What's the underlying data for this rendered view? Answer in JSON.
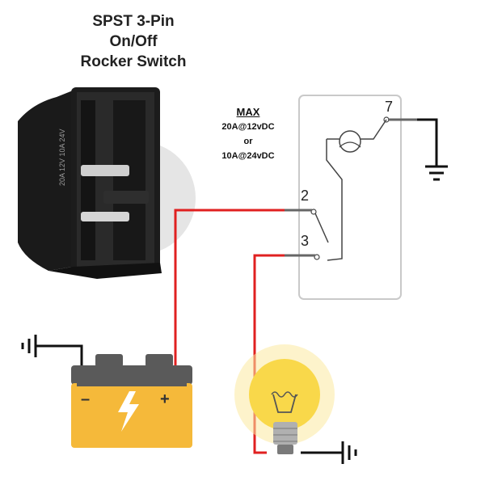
{
  "title": {
    "line1": "SPST 3-Pin",
    "line2": "On/Off",
    "line3": "Rocker Switch"
  },
  "rating": {
    "label": "MAX",
    "line1": "20A@12vDC",
    "line2": "or",
    "line3": "10A@24vDC"
  },
  "pins": {
    "pin7": "7",
    "pin2": "2",
    "pin3": "3"
  },
  "battery": {
    "negative": "–",
    "positive": "+"
  },
  "colors": {
    "wire_red": "#e02020",
    "wire_black": "#111111",
    "battery_body": "#f5b93a",
    "battery_stripe": "#5a5a5a",
    "bulb_glow": "#f9d84a",
    "switch_body": "#1c1c1c"
  },
  "icons": {
    "battery": "battery-icon",
    "bulb": "light-bulb-icon",
    "ground": "ground-icon",
    "lamp_symbol": "lamp-symbol-icon"
  }
}
